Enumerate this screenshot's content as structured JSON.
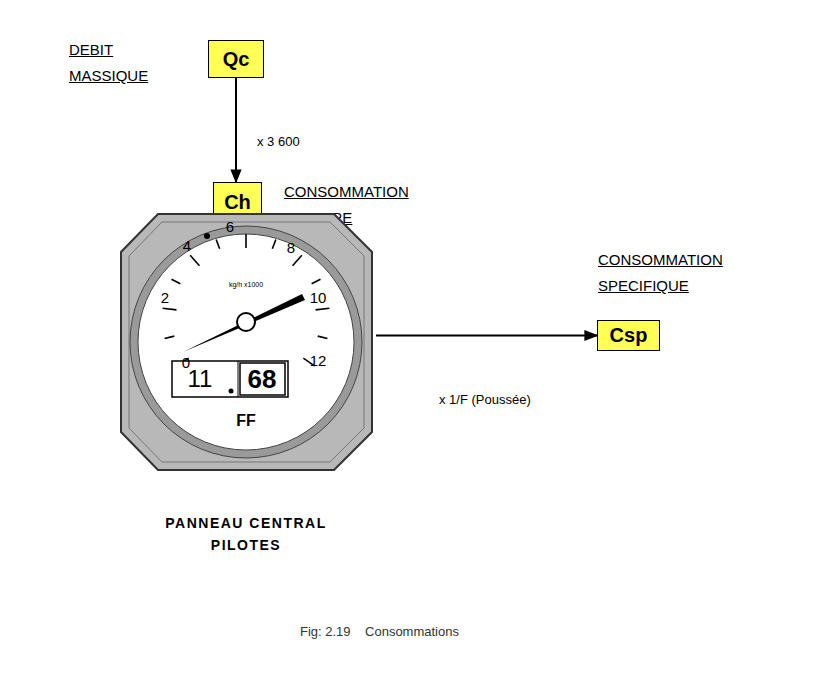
{
  "diagram": {
    "caption": "Fig: 2.19    Consommations",
    "nodes": [
      {
        "text": [
          "DEBIT MASSIQUE",
          "Qc"
        ]
      },
      {
        "text": [
          "Ch",
          "CONSOMMATION HORAIRE"
        ]
      },
      {
        "text": [
          "0",
          "2",
          "4",
          "6",
          "8",
          "10",
          "12",
          "kg/h x1000",
          "11",
          "68",
          "FF",
          "PANNEAU CENTRAL PILOTES"
        ]
      },
      {
        "text": [
          "CONSOMMATION SPECIFIQUE",
          "Csp"
        ]
      }
    ],
    "edges": [
      {
        "from": 0,
        "to": 1,
        "label": "x 3 600",
        "arrow": "to"
      },
      {
        "from": 2,
        "to": 3,
        "label": "x 1/F (Poussée)",
        "arrow": "to"
      }
    ]
  }
}
